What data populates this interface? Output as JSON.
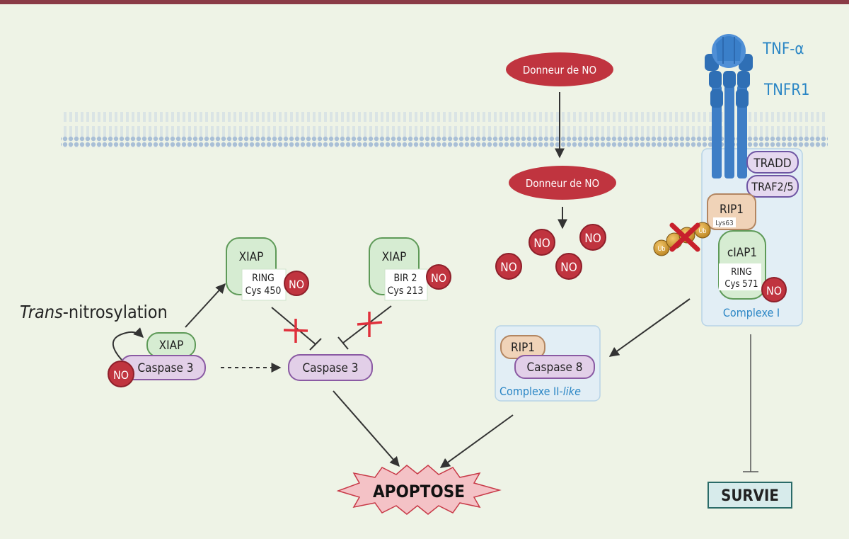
{
  "receptor": {
    "ligand": "TNF-α",
    "name": "TNFR1"
  },
  "no_donor": {
    "top": "Donneur de NO",
    "middle": "Donneur de NO"
  },
  "no_label": "NO",
  "ub_label": "Ub",
  "complex1": {
    "title": "Complexe I",
    "tradd": "TRADD",
    "traf": "TRAF2/5",
    "rip1": "RIP1",
    "lys63": "Lys63",
    "ciap1": "cIAP1",
    "ring": "RING",
    "cys": "Cys 571"
  },
  "complex2": {
    "title_plain": "Complexe II-",
    "title_italic": "like",
    "rip1": "RIP1",
    "caspase": "Caspase 8"
  },
  "xiap_left": {
    "name": "XIAP",
    "domain": "RING",
    "cys": "Cys 450"
  },
  "xiap_right": {
    "name": "XIAP",
    "domain": "BIR 2",
    "cys": "Cys 213"
  },
  "trans": {
    "italic": "Trans",
    "plain": "-nitrosylation"
  },
  "complex_xiap": {
    "xiap": "XIAP",
    "caspase": "Caspase 3"
  },
  "caspase3": "Caspase 3",
  "apoptose": "APOPTOSE",
  "survie": "SURVIE",
  "colors": {
    "no_red": "#c0343f",
    "xiap_green": "#d6ecd2",
    "caspase_purple": "#e2cfe8",
    "rip_tan": "#f0d3b8",
    "receptor_blue": "#3e7ec6",
    "complex_blue": "#e2eef5",
    "label_blue": "#2b86c5"
  }
}
